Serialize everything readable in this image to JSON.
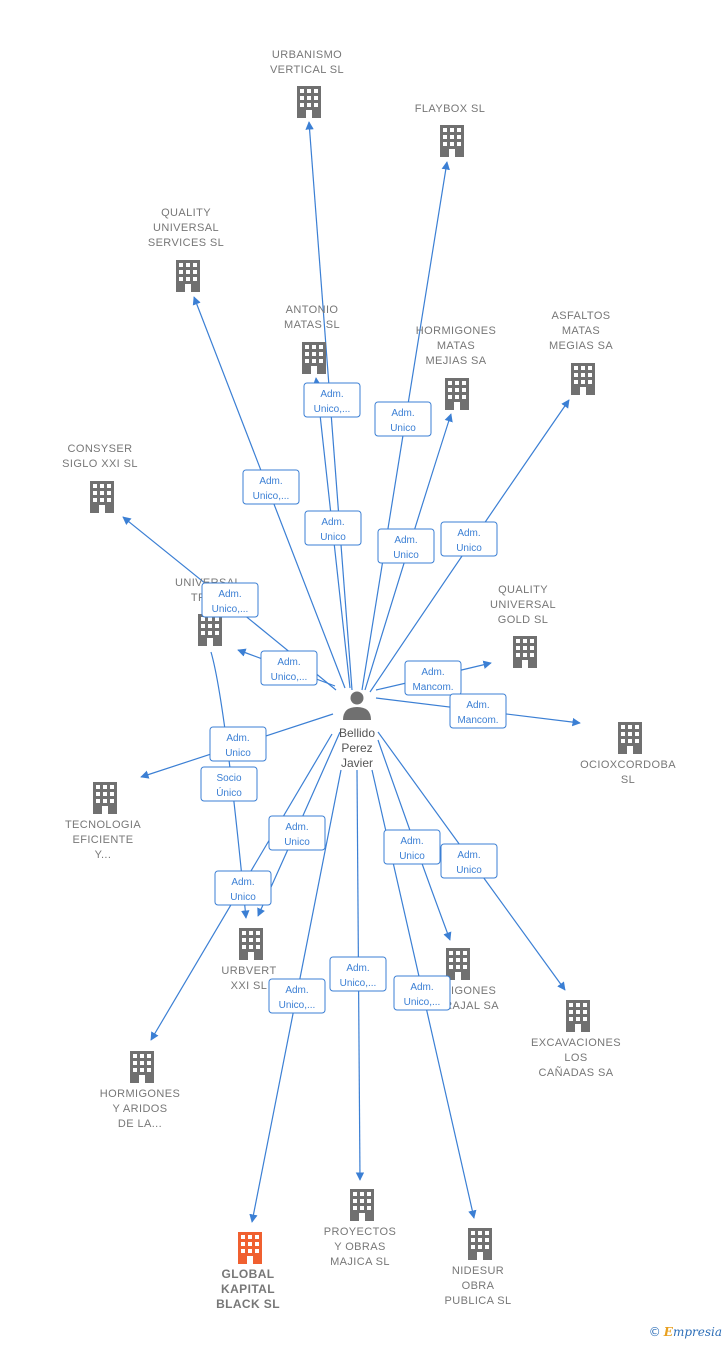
{
  "colors": {
    "edge": "#3b7fd4",
    "building": "#707070",
    "focus_building": "#f06030",
    "label": "#777777"
  },
  "person": {
    "name_lines": [
      "Bellido",
      "Perez",
      "Javier"
    ],
    "icon": "person-icon"
  },
  "companies": [
    {
      "id": "urbanismo",
      "lines": [
        "URBANISMO",
        "VERTICAL  SL"
      ]
    },
    {
      "id": "flaybox",
      "lines": [
        "FLAYBOX SL"
      ]
    },
    {
      "id": "quality_services",
      "lines": [
        "QUALITY",
        "UNIVERSAL",
        "SERVICES SL"
      ]
    },
    {
      "id": "antonio",
      "lines": [
        "ANTONIO",
        "MATAS SL"
      ]
    },
    {
      "id": "hormigones_mejias",
      "lines": [
        "HORMIGONES",
        "MATAS",
        "MEJIAS SA"
      ]
    },
    {
      "id": "asfaltos",
      "lines": [
        "ASFALTOS",
        "MATAS",
        "MEGIAS SA"
      ]
    },
    {
      "id": "consyser",
      "lines": [
        "CONSYSER",
        "SIGLO XXI  SL"
      ]
    },
    {
      "id": "universal_tru",
      "lines": [
        "UNIVERSAL",
        "TRU..."
      ]
    },
    {
      "id": "quality_gold",
      "lines": [
        "QUALITY",
        "UNIVERSAL",
        "GOLD  SL"
      ]
    },
    {
      "id": "ocioxcordoba",
      "lines": [
        "OCIOXCORDOBA",
        "SL"
      ]
    },
    {
      "id": "tecnologia",
      "lines": [
        "TECNOLOGIA",
        "EFICIENTE",
        "Y..."
      ]
    },
    {
      "id": "urbvert",
      "lines": [
        "URBVERT",
        "XXI  SL"
      ]
    },
    {
      "id": "hormigones_tarajal",
      "lines": [
        "HORMIGONES",
        "EL TARAJAL SA"
      ]
    },
    {
      "id": "excavaciones",
      "lines": [
        "EXCAVACIONES",
        "LOS",
        "CAÑADAS SA"
      ]
    },
    {
      "id": "hormigones_aridos",
      "lines": [
        "HORMIGONES",
        "Y ARIDOS",
        "DE LA..."
      ]
    },
    {
      "id": "global",
      "lines": [
        "GLOBAL",
        "KAPITAL",
        "BLACK  SL"
      ],
      "focus": true
    },
    {
      "id": "proyectos",
      "lines": [
        "PROYECTOS",
        "Y OBRAS",
        "MAJICA  SL"
      ]
    },
    {
      "id": "nidesur",
      "lines": [
        "NIDESUR",
        "OBRA",
        "PUBLICA  SL"
      ]
    }
  ],
  "edges": [
    {
      "to": "urbanismo",
      "label": [
        "Adm.",
        "Unico,..."
      ]
    },
    {
      "to": "flaybox",
      "label": [
        "Adm.",
        "Unico"
      ]
    },
    {
      "to": "quality_services",
      "label": [
        "Adm.",
        "Unico,..."
      ]
    },
    {
      "to": "antonio",
      "label": [
        "Adm.",
        "Unico"
      ]
    },
    {
      "to": "hormigones_mejias",
      "label": [
        "Adm.",
        "Unico"
      ]
    },
    {
      "to": "asfaltos",
      "label": [
        "Adm.",
        "Unico"
      ]
    },
    {
      "to": "consyser",
      "label": [
        "Adm.",
        "Unico,..."
      ]
    },
    {
      "to": "universal_tru",
      "label": [
        "Adm.",
        "Unico,..."
      ]
    },
    {
      "to": "quality_gold",
      "label": [
        "Adm.",
        "Mancom."
      ]
    },
    {
      "to": "ocioxcordoba",
      "label": [
        "Adm.",
        "Mancom."
      ]
    },
    {
      "to": "tecnologia",
      "label": [
        "Adm.",
        "Unico"
      ]
    },
    {
      "to": "urbvert",
      "label": [
        "Adm.",
        "Unico"
      ]
    },
    {
      "from": "universal_tru",
      "to": "urbvert",
      "label": [
        "Socio",
        "Único"
      ]
    },
    {
      "to": "hormigones_tarajal",
      "label": [
        "Adm.",
        "Unico"
      ]
    },
    {
      "to": "excavaciones",
      "label": [
        "Adm.",
        "Unico"
      ]
    },
    {
      "to": "hormigones_aridos",
      "label": [
        "Adm.",
        "Unico"
      ]
    },
    {
      "to": "global",
      "label": [
        "Adm.",
        "Unico,..."
      ]
    },
    {
      "to": "proyectos",
      "label": [
        "Adm.",
        "Unico,..."
      ]
    },
    {
      "to": "nidesur",
      "label": [
        "Adm.",
        "Unico,..."
      ]
    }
  ],
  "brand": {
    "copyright": "©",
    "initial": "E",
    "rest": "mpresia"
  }
}
